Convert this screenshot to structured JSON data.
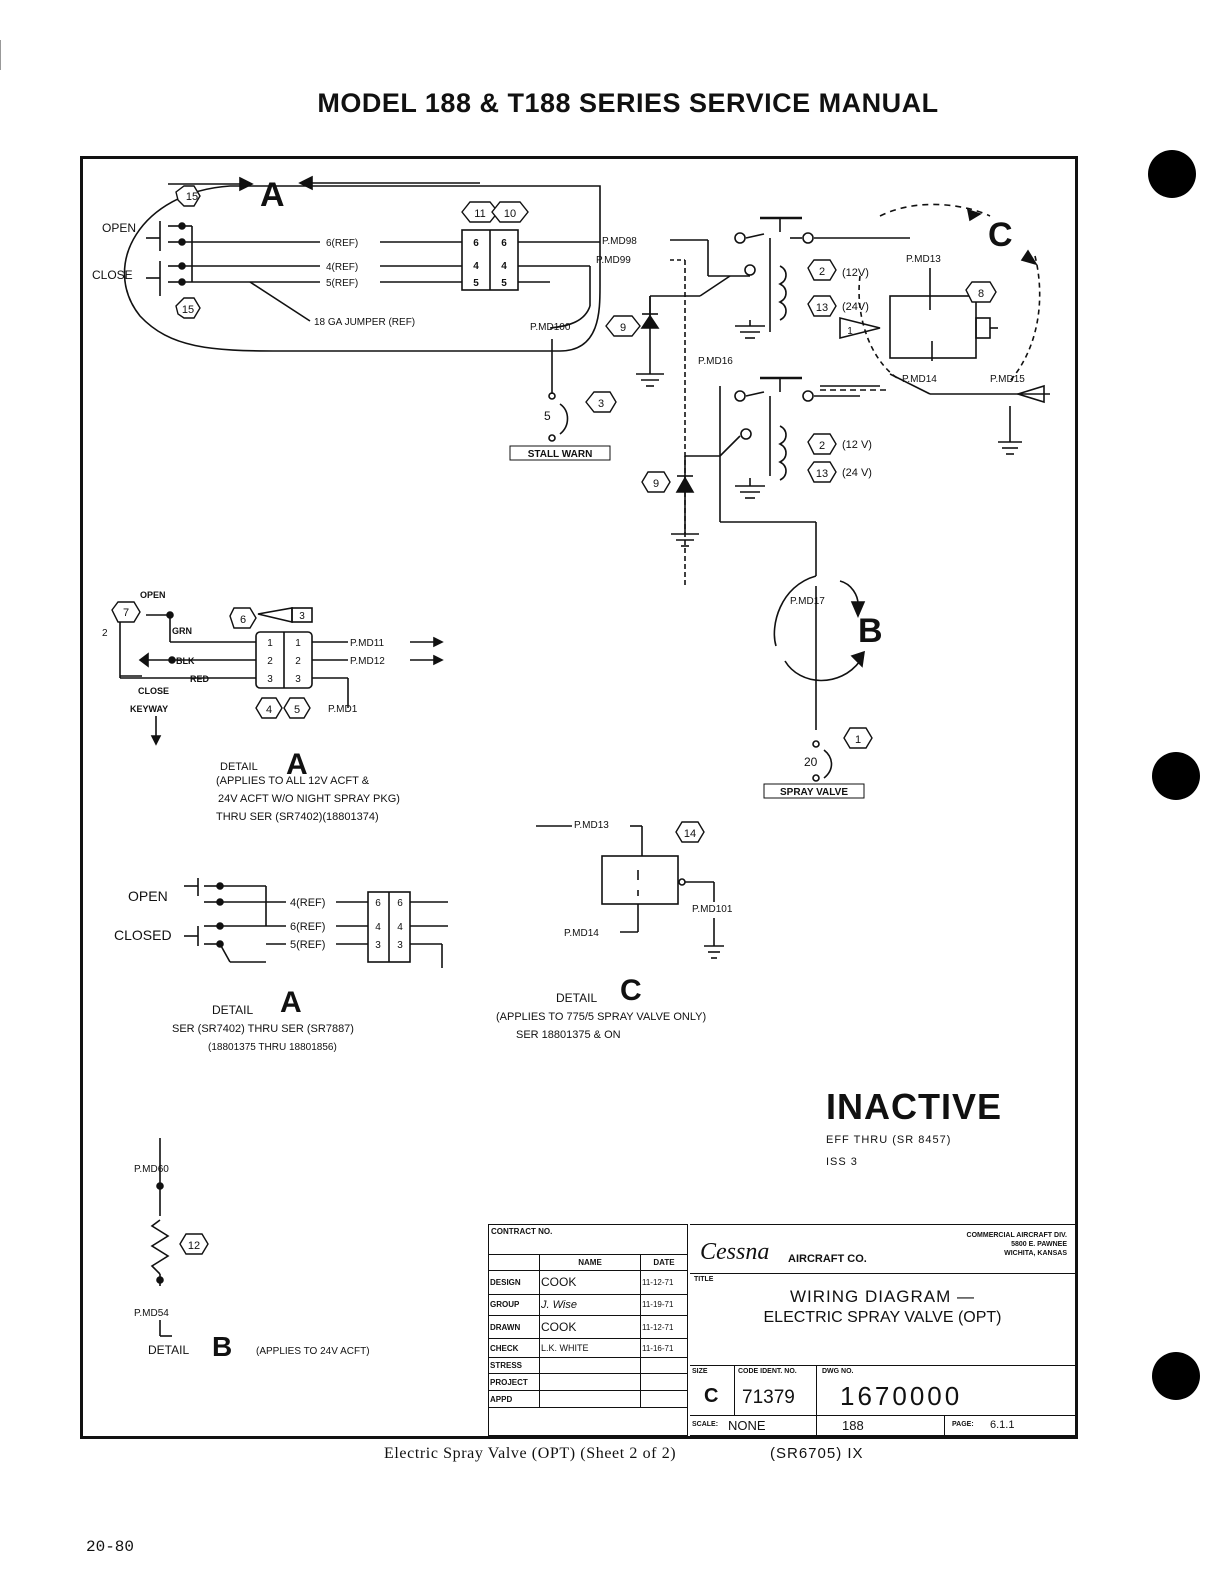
{
  "header": {
    "title": "MODEL 188 & T188 SERIES SERVICE MANUAL"
  },
  "status": {
    "inactive": "INACTIVE",
    "eff": "EFF THRU (SR 8457)",
    "iss": "ISS 3"
  },
  "diagram": {
    "detail_a_top": {
      "switch_positions": [
        "OPEN",
        "CLOSE"
      ],
      "wire_refs": [
        "6(REF)",
        "4(REF)",
        "5(REF)"
      ],
      "jumper": "18 GA JUMPER (REF)",
      "callouts": [
        "15",
        "11",
        "10",
        "15"
      ],
      "connector_pins": [
        "6",
        "6",
        "4",
        "4",
        "5",
        "5"
      ]
    },
    "wires": [
      "P.MD98",
      "P.MD99",
      "P.MD100",
      "P.MD16",
      "P.MD13",
      "P.MD14",
      "P.MD15",
      "P.MD17",
      "P.MD11",
      "P.MD12",
      "P.MD1",
      "P.MD101",
      "P.MD60",
      "P.MD54"
    ],
    "relay_upper": {
      "c1": "2",
      "c1_note": "(12V)",
      "c2": "13",
      "c2_note": "(24V)"
    },
    "relay_lower": {
      "c1": "2",
      "c1_note": "(12 V)",
      "c2": "13",
      "c2_note": "(24 V)"
    },
    "callouts_misc": [
      "9",
      "9",
      "3",
      "8",
      "1",
      "14",
      "12"
    ],
    "terminals": {
      "stall": "STALL WARN",
      "spray": "SPRAY VALVE",
      "t5": "5",
      "t20": "20"
    },
    "valve_labels": {
      "c": "C",
      "b": "B"
    },
    "detail_a_left": {
      "open": "OPEN",
      "close": "CLOSE",
      "keyway": "KEYWAY",
      "grn": "GRN",
      "blk": "BLK",
      "red": "RED",
      "c7": "7",
      "c6": "6",
      "c3": "3",
      "c4": "4",
      "c5": "5",
      "pins": [
        "1",
        "1",
        "2",
        "2",
        "3",
        "3"
      ],
      "title_word": "DETAIL",
      "letter": "A",
      "note_1": "(APPLIES TO ALL 12V ACFT &",
      "note_2": "24V ACFT W/O NIGHT SPRAY PKG)",
      "note_3": "THRU SER (SR7402)(18801374)"
    },
    "detail_a_mid": {
      "open": "OPEN",
      "closed": "CLOSED",
      "refs": [
        "4(REF)",
        "6(REF)",
        "5(REF)"
      ],
      "pins": [
        "6",
        "6",
        "4",
        "4",
        "3",
        "3"
      ],
      "title_word": "DETAIL",
      "letter": "A",
      "note_1": "SER (SR7402) THRU SER (SR7887)",
      "note_2": "(18801375 THRU 18801856)"
    },
    "detail_c": {
      "title_word": "DETAIL",
      "letter": "C",
      "note_1": "(APPLIES TO 775/5 SPRAY VALVE ONLY)",
      "note_2": "SER 18801375 & ON"
    },
    "detail_b": {
      "title_word": "DETAIL",
      "letter": "B",
      "note": "(APPLIES TO 24V ACFT)"
    }
  },
  "title_block": {
    "contract_no": "CONTRACT NO.",
    "col_name": "NAME",
    "col_date": "DATE",
    "rows": [
      {
        "role": "DESIGN",
        "name": "COOK",
        "date": "11-12-71"
      },
      {
        "role": "GROUP",
        "name": "J. Wise",
        "date": "11-19-71"
      },
      {
        "role": "DRAWN",
        "name": "COOK",
        "date": "11-12-71"
      },
      {
        "role": "CHECK",
        "name": "L.K. WHITE",
        "date": "11-16-71"
      },
      {
        "role": "STRESS",
        "name": "",
        "date": ""
      },
      {
        "role": "PROJECT",
        "name": "",
        "date": ""
      },
      {
        "role": "APPD",
        "name": "",
        "date": ""
      }
    ],
    "company": "Cessna",
    "company_suffix": "AIRCRAFT CO.",
    "division_1": "COMMERCIAL AIRCRAFT DIV.",
    "division_2": "5800 E. PAWNEE",
    "division_3": "WICHITA, KANSAS",
    "title_label": "TITLE",
    "title_line1": "WIRING DIAGRAM —",
    "title_line2": "ELECTRIC SPRAY VALVE (OPT)",
    "size_label": "SIZE",
    "size": "C",
    "code_label": "CODE IDENT. NO.",
    "code": "71379",
    "dwg_label": "DWG NO.",
    "dwg": "1670000",
    "scale_label": "SCALE:",
    "scale": "NONE",
    "model": "188",
    "page_label": "PAGE:",
    "page": "6.1.1"
  },
  "caption": "Electric Spray Valve (OPT) (Sheet 2 of 2)",
  "caption_note": "(SR6705) IX",
  "page_number": "20-80",
  "colors": {
    "ink": "#111111",
    "paper": "#ffffff"
  }
}
